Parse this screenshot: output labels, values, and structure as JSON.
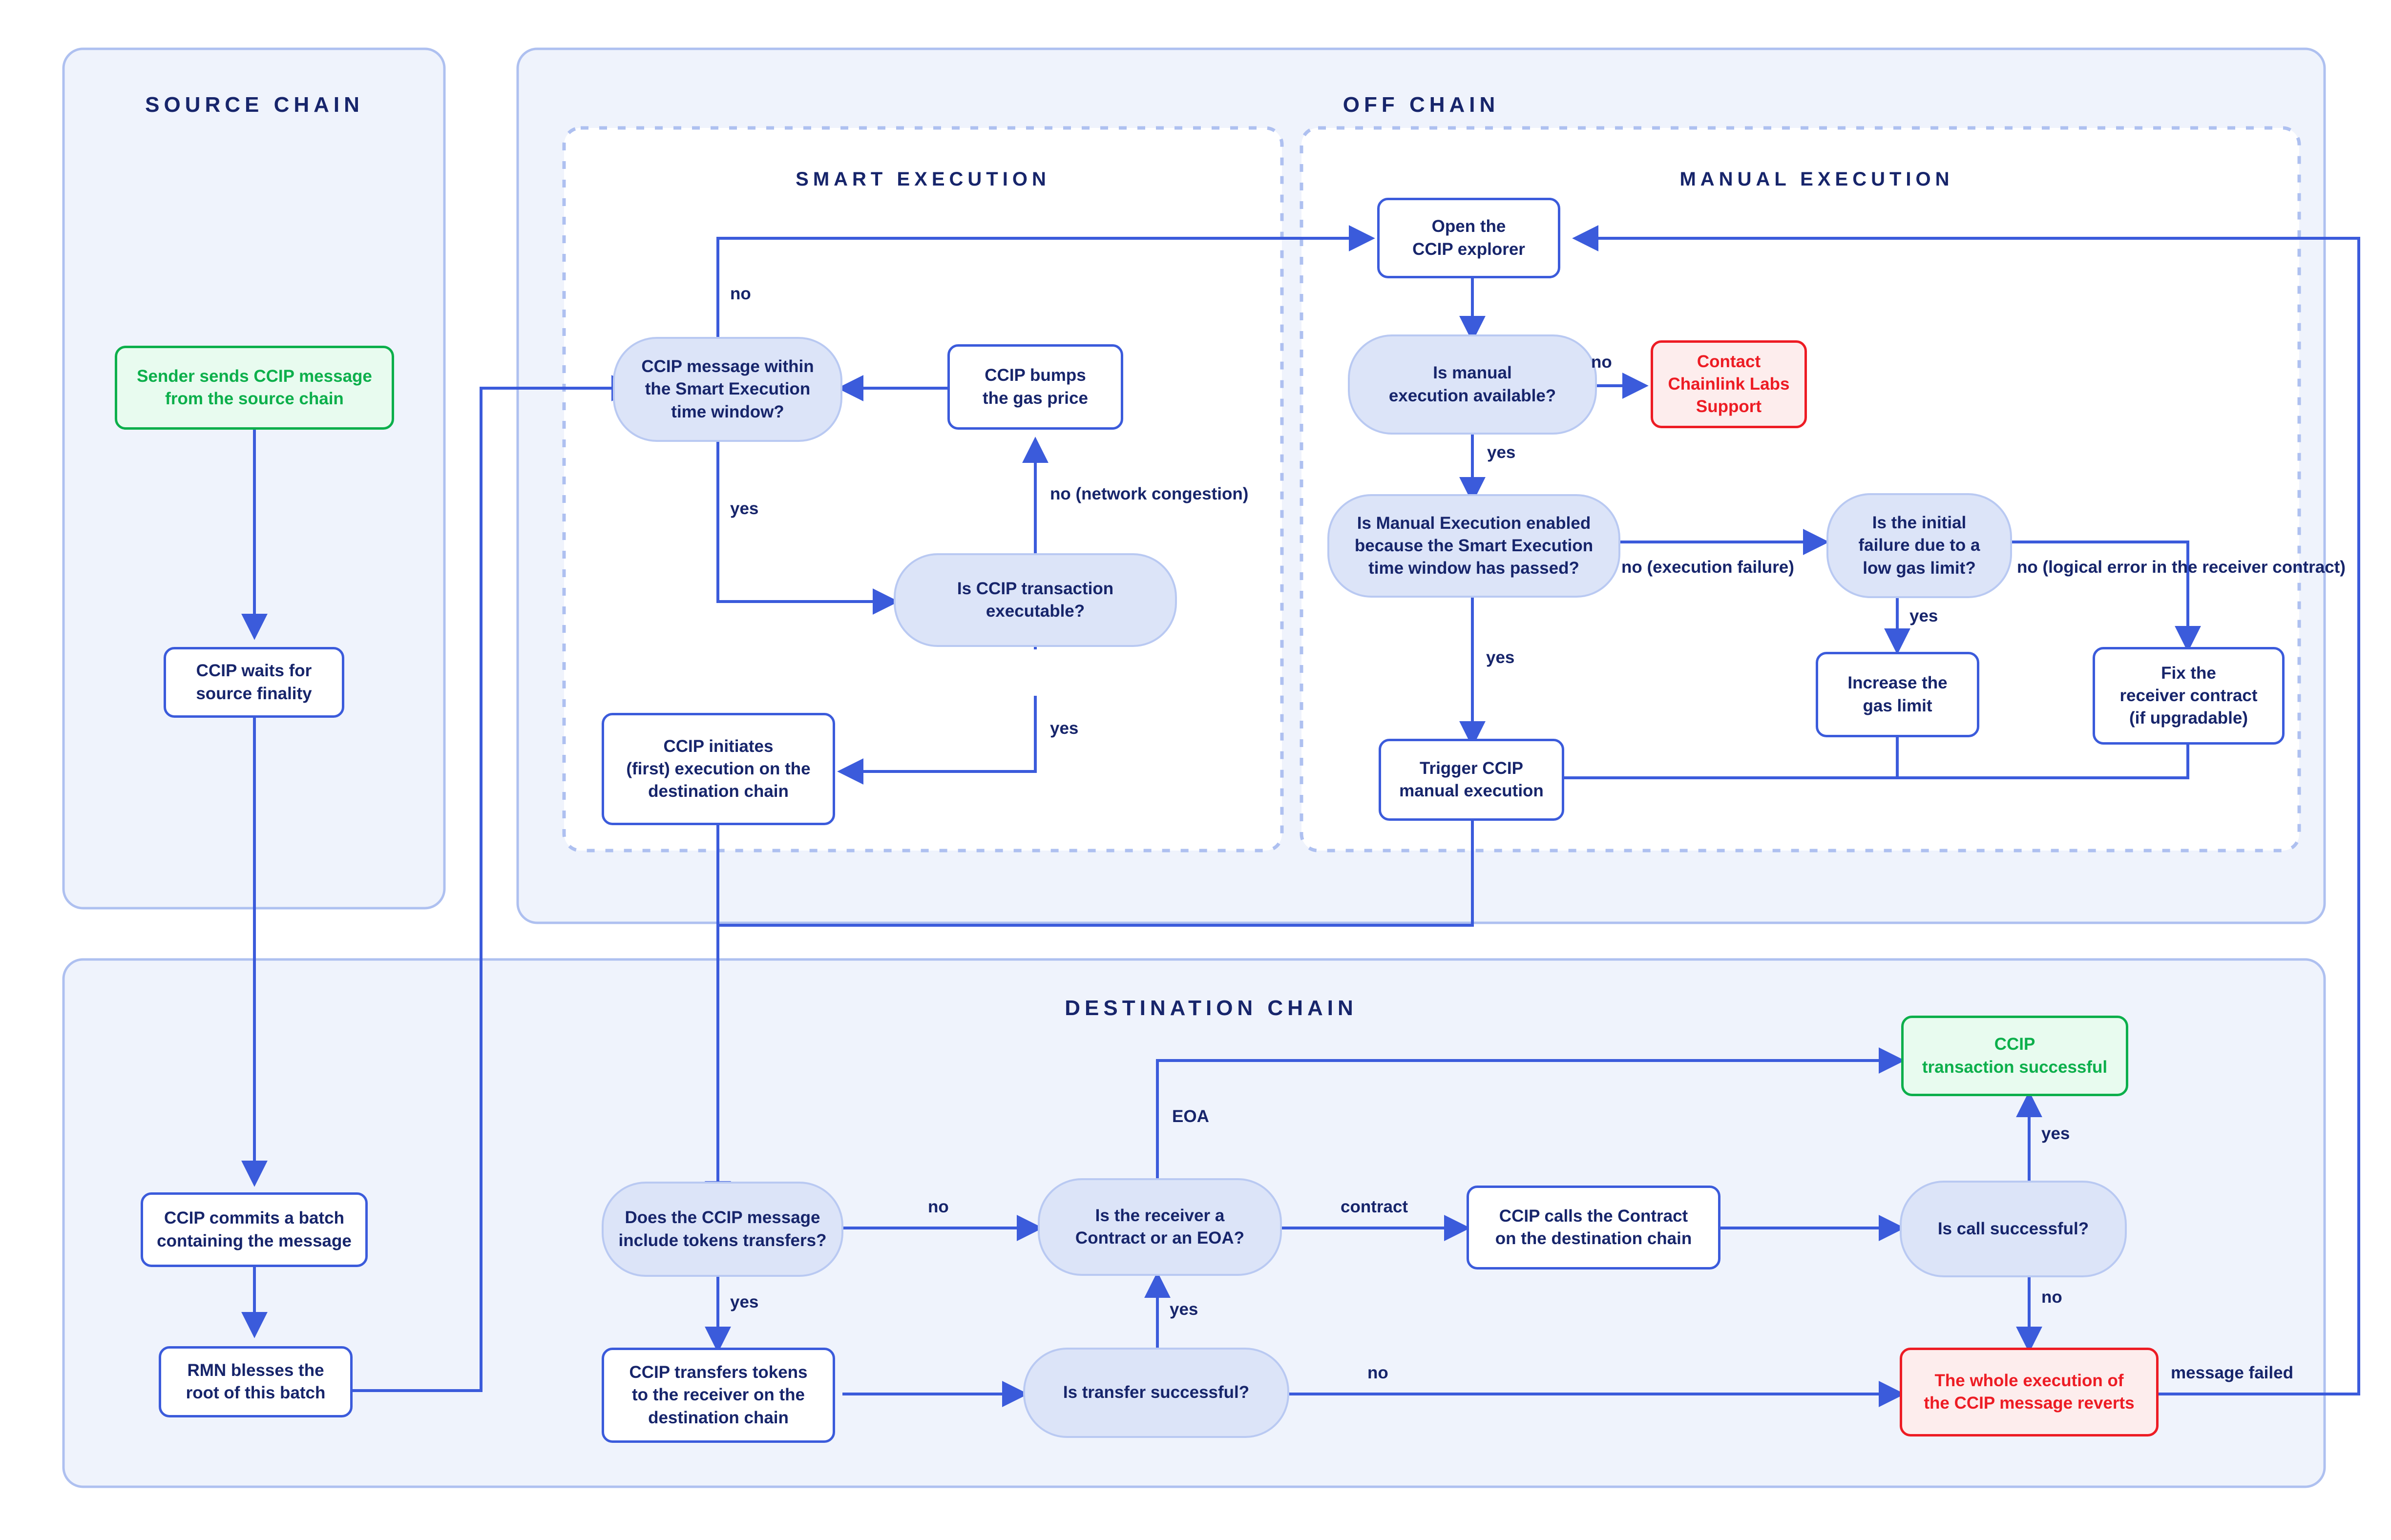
{
  "diagram": {
    "title": "CCIP message execution flow",
    "colors": {
      "accent_blue": "#3b5bdb",
      "text_navy": "#17256b",
      "decision_fill": "#dce4f8",
      "decision_border": "#b9c9f2",
      "success_green": "#0caf4b",
      "success_fill": "#e8fbef",
      "error_red": "#ed1c24",
      "error_fill": "#fdeded",
      "container_fill": "#eff3fc",
      "container_border": "#aec0f0"
    }
  },
  "groups": {
    "source_chain": {
      "label": "SOURCE CHAIN"
    },
    "off_chain": {
      "label": "OFF CHAIN"
    },
    "smart_execution": {
      "label": "SMART EXECUTION"
    },
    "manual_execution": {
      "label": "MANUAL EXECUTION"
    },
    "destination_chain": {
      "label": "DESTINATION CHAIN"
    }
  },
  "nodes": {
    "sender_sends": "Sender sends CCIP message\nfrom the source chain",
    "waits_finality": "CCIP waits for\nsource finality",
    "commits_batch": "CCIP commits a batch\ncontaining the message",
    "rmn_blesses": "RMN blesses the\nroot of this batch",
    "msg_within_window": "CCIP message within\nthe Smart Execution\ntime window?",
    "bumps_gas": "CCIP bumps\nthe gas price",
    "tx_executable": "Is CCIP transaction\nexecutable?",
    "initiates_exec": "CCIP initiates\n(first) execution on the\ndestination chain",
    "open_explorer": "Open the\nCCIP explorer",
    "manual_available": "Is manual\nexecution available?",
    "contact_support": "Contact\nChainlink Labs\nSupport",
    "manual_enabled": "Is Manual Execution enabled\nbecause the Smart Execution\ntime window has passed?",
    "initial_failure_gas": "Is the initial\nfailure due to a\nlow gas limit?",
    "increase_gas": "Increase the\ngas limit",
    "fix_receiver": "Fix the\nreceiver contract\n(if upgradable)",
    "trigger_manual": "Trigger CCIP\nmanual execution",
    "includes_tokens": "Does the CCIP message\ninclude tokens transfers?",
    "transfers_tokens": "CCIP transfers tokens\nto the receiver on the\ndestination chain",
    "transfer_successful": "Is transfer successful?",
    "receiver_kind": "Is the receiver a\nContract or an EOA?",
    "calls_contract": "CCIP calls the Contract\non the destination chain",
    "call_successful": "Is call successful?",
    "tx_successful": "CCIP\ntransaction successful",
    "whole_reverts": "The whole execution of\nthe CCIP message reverts"
  },
  "edge_labels": {
    "no_window": "no",
    "yes_window": "yes",
    "no_congestion": "no (network congestion)",
    "yes_executable": "yes",
    "no_manual": "no",
    "yes_manual": "yes",
    "no_execution_failure": "no (execution failure)",
    "yes_manual_enabled": "yes",
    "yes_low_gas": "yes",
    "no_logical_error": "no (logical error in\nthe receiver contract)",
    "no_tokens": "no",
    "yes_tokens": "yes",
    "yes_transfer": "yes",
    "no_transfer": "no",
    "eoa": "EOA",
    "contract": "contract",
    "yes_call": "yes",
    "no_call": "no",
    "message_failed": "message failed"
  }
}
